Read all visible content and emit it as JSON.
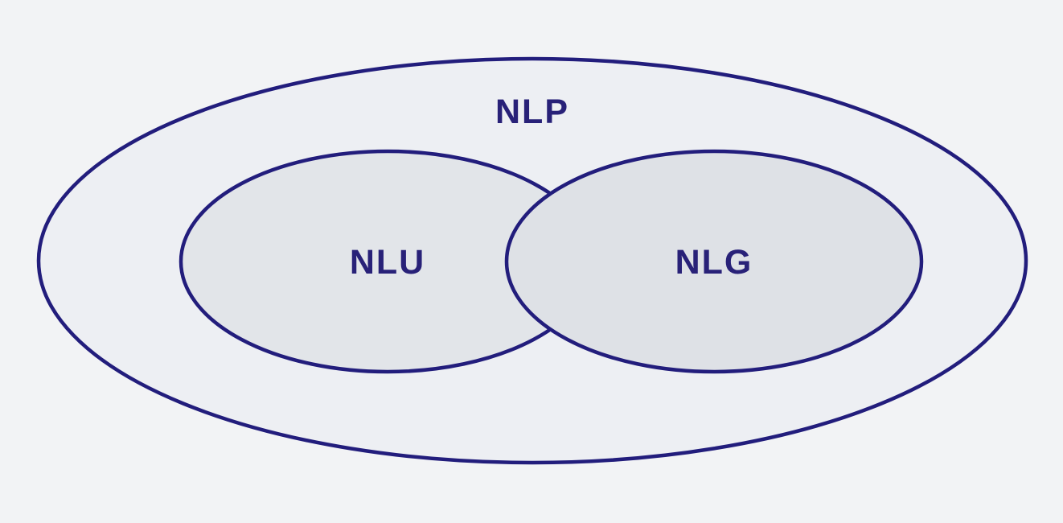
{
  "diagram": {
    "kind": "venn-diagram",
    "outer_set": {
      "label": "NLP"
    },
    "inner_sets": [
      {
        "label": "NLU"
      },
      {
        "label": "NLG"
      }
    ]
  },
  "colors": {
    "background": "#f2f3f5",
    "outline": "#221d7c",
    "label_text": "#282178",
    "nlp_fill": "#edeff3",
    "nlu_fill": "#e2e5e9",
    "nlg_fill": "#dee1e6"
  }
}
